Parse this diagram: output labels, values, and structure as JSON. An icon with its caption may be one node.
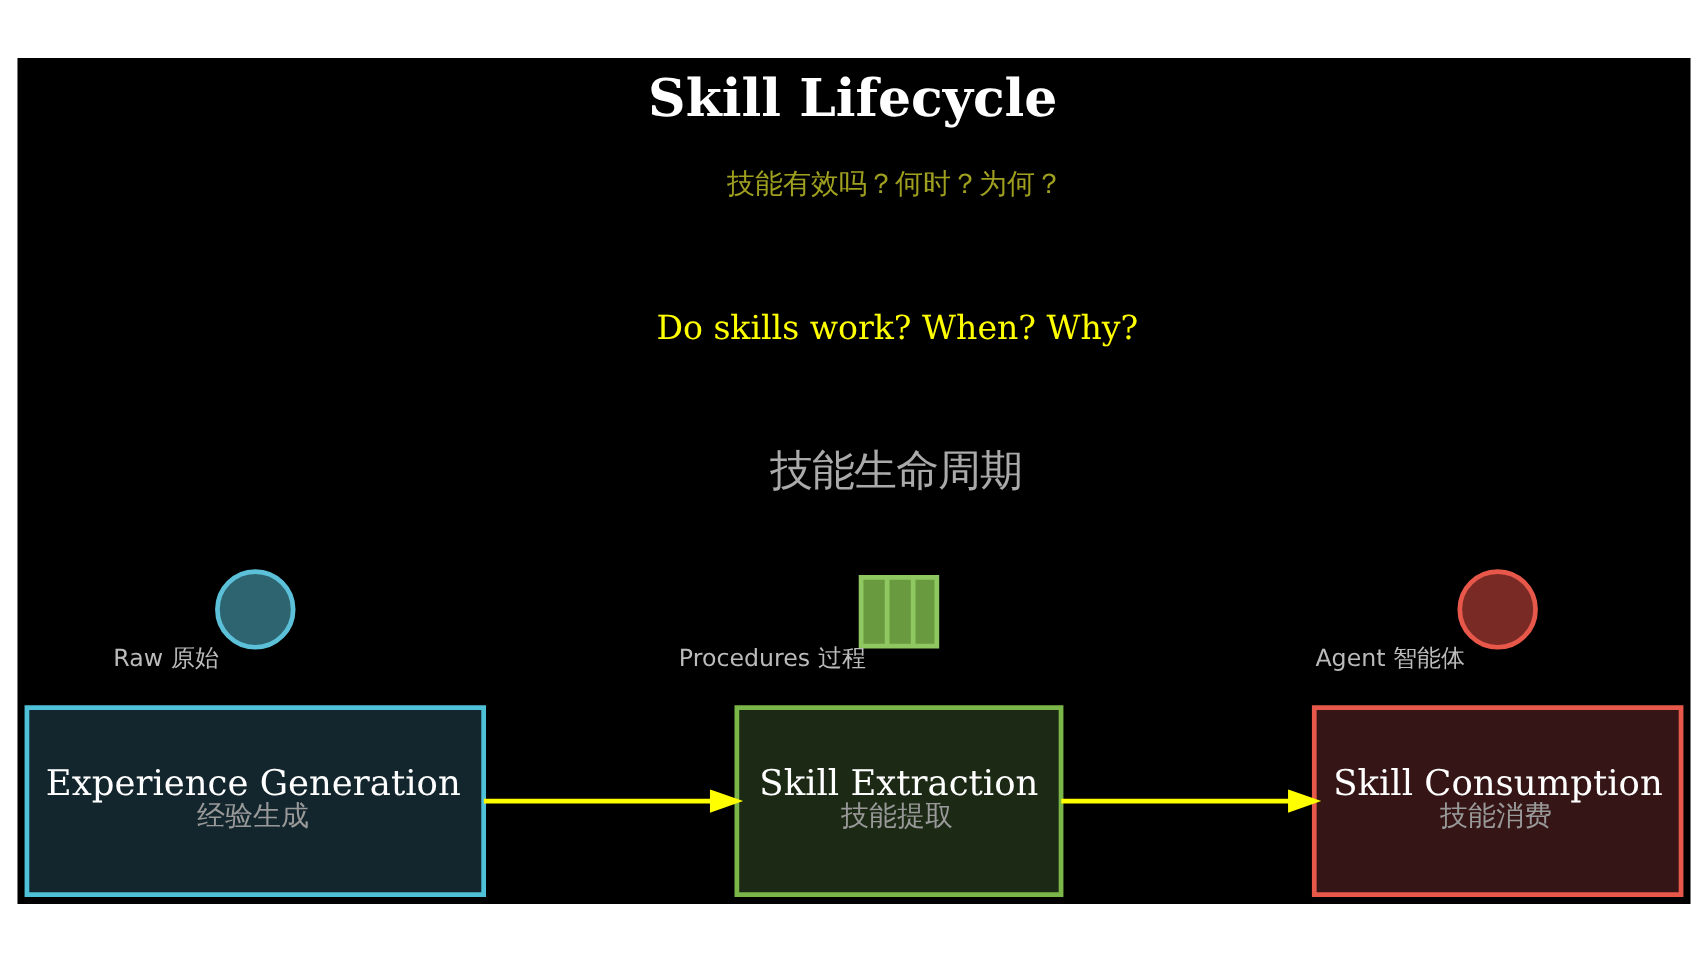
{
  "diagram": {
    "title": "Skill Lifecycle",
    "nodes": [
      {
        "text": [
          "Experience Generation",
          "经验生成"
        ]
      },
      {
        "text": [
          "Skill Extraction",
          "技能提取"
        ]
      },
      {
        "text": [
          "Skill Consumption",
          "技能消费"
        ]
      },
      {
        "text": [],
        "shape": "circle",
        "beside": [
          "Raw 原始"
        ]
      },
      {
        "text": [],
        "shape": "bar",
        "beside": [
          "Procedures 过程"
        ]
      },
      {
        "text": [],
        "shape": "circle",
        "beside": [
          "Agent 智能体"
        ]
      }
    ],
    "edges": [
      {
        "from": 0,
        "to": 1,
        "arrow": "to"
      },
      {
        "from": 1,
        "to": 2,
        "arrow": "to"
      }
    ],
    "labels": [
      "技能生命周期",
      "Do skills work? When? Why?",
      "技能有效吗？何时？为何？"
    ]
  }
}
